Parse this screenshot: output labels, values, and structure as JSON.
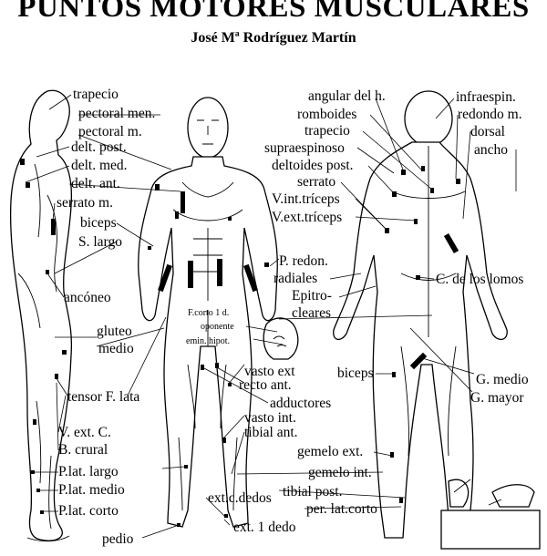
{
  "title": "PUNTOS MOTORES MUSCULARES",
  "author": "José Mª Rodríguez Martín",
  "labels": {
    "trapecio_l": "trapecio",
    "pectoral_men": "pectoral men.",
    "pectoral_m": "pectoral m.",
    "delt_post_l": "delt. post.",
    "delt_med": "delt. med.",
    "delt_ant": "delt. ant.",
    "serrato_m": "serrato m.",
    "biceps_l": "biceps",
    "s_largo": "S. largo",
    "anconeo": "ancóneo",
    "gluteo": "gluteo",
    "medio": "medio",
    "tensor": "tensor F. lata",
    "v_ext_c": "V. ext. C.",
    "b_crural": "B. crural",
    "plat_largo": "P.lat. largo",
    "plat_medio": "P.lat. medio",
    "plat_corto": "P.lat. corto",
    "pedio": "pedio",
    "angular": "angular del h.",
    "romboides": "romboides",
    "trapecio_r": "trapecio",
    "supraespinoso": "supraespinoso",
    "deltoides_post": "deltoides post.",
    "serrato_r": "serrato",
    "v_int_triceps": "V.int.tríceps",
    "v_ext_triceps": "V.ext.tríceps",
    "infraespin": "infraespin.",
    "redondo": "redondo m.",
    "dorsal": "dorsal",
    "ancho": "ancho",
    "p_redon": "P. redon.",
    "radiales": "radiales",
    "epitro": "Epitro-",
    "cleares": "cleares",
    "c_lomos": "C. de los lomos",
    "f_corto": "F.corto 1 d.",
    "oponente": "oponente",
    "emin_hipot": "emin. hipot.",
    "vasto_ext": "vasto ext",
    "recto_ant": "recto ant.",
    "adductores": "adductores",
    "vasto_int": "vasto int.",
    "tibial_ant": "tibial ant.",
    "biceps_r": "biceps",
    "g_medio": "G. medio",
    "g_mayor": "G. mayor",
    "gemelo_ext": "gemelo ext.",
    "gemelo_int": "gemelo int.",
    "tibial_post": "tibial post.",
    "per_lat_corto": "per. lat.corto",
    "ext_c_dedos": "ext.c.dedos",
    "ext_1_dedo": "ext. 1 dedo"
  }
}
